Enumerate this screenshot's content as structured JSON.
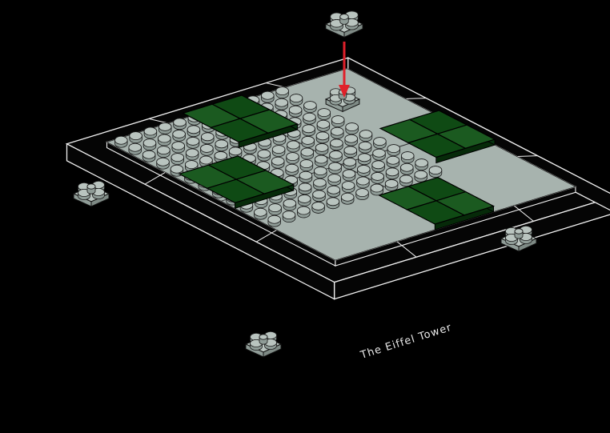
{
  "scene": {
    "caption": "The Eiffel Tower"
  },
  "colors": {
    "background": "#000000",
    "outline": "#f0f0f0",
    "plate_gray": "#a7b3ae",
    "stud_top": "#b9c4bf",
    "stud_side": "#8f9c97",
    "tile_green": "#0f4a14",
    "tile_green_light": "#1b5a20",
    "arrow_red": "#e0202a",
    "rim_black": "#050505"
  },
  "parts": {
    "plate_studs": {
      "u": 12,
      "v": 12
    },
    "corner_pieces": [
      "top",
      "left",
      "right",
      "bottom"
    ],
    "falling_part": "round-plate-with-petals",
    "arrow": "insert-direction-arrow"
  }
}
